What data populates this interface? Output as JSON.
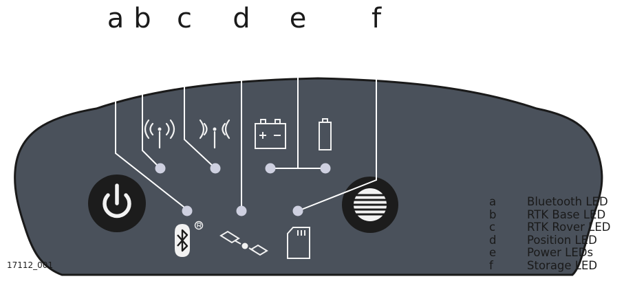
{
  "callouts": [
    "a",
    "b",
    "c",
    "d",
    "e",
    "f"
  ],
  "legend": [
    {
      "key": "a",
      "label": "Bluetooth LED"
    },
    {
      "key": "b",
      "label": "RTK Base LED"
    },
    {
      "key": "c",
      "label": "RTK Rover LED"
    },
    {
      "key": "d",
      "label": "Position LED"
    },
    {
      "key": "e",
      "label": "Power LEDs"
    },
    {
      "key": "f",
      "label": "Storage LED"
    }
  ],
  "figure_id": "17112_001",
  "colors": {
    "panel": "#4a515b",
    "panel_outline": "#1a1a1a",
    "icon_light": "#f2f2f2",
    "led": "#ced0e0",
    "leader_line": "#ffffff",
    "button": "#1c1c1c",
    "text": "#1a1a1a"
  }
}
